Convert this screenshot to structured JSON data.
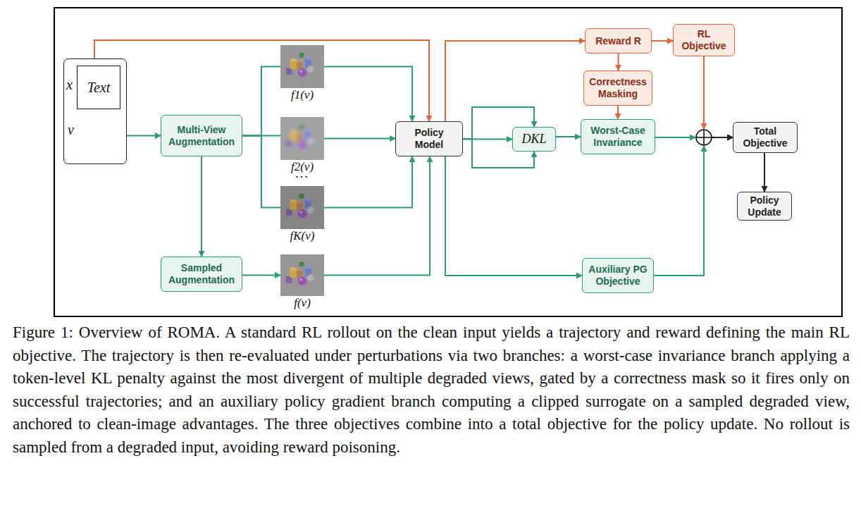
{
  "diagram": {
    "caption": "Figure 1: Overview of ROMA. A standard RL rollout on the clean input yields a trajectory and reward defining the main RL objective. The trajectory is then re-evaluated under perturbations via two branches: a worst-case invariance branch applying a token-level KL penalty against the most divergent of multiple degraded views, gated by a correctness mask so it fires only on successful trajectories; and an auxiliary policy gradient branch computing a clipped surrogate on a sampled degraded view, anchored to clean-image advantages. The three objectives combine into a total objective for the policy update. No rollout is sampled from a degraded input, avoiding reward poisoning.",
    "nodes": [
      {
        "text": [
          "x",
          "v"
        ]
      },
      {
        "text": [
          "Text"
        ],
        "in": 0
      },
      {
        "text": [
          "Multi-View Augmentation"
        ]
      },
      {
        "text": [
          "f1(v)"
        ]
      },
      {
        "text": [
          "f2(v)"
        ]
      },
      {
        "text": [
          "fK(v)"
        ]
      },
      {
        "text": [
          "Sampled Augmentation"
        ]
      },
      {
        "text": [
          "f(v)"
        ]
      },
      {
        "text": [
          "Policy Model"
        ]
      },
      {
        "text": [
          "Reward R"
        ]
      },
      {
        "text": [
          "RL Objective"
        ]
      },
      {
        "text": [
          "Correctness Masking"
        ]
      },
      {
        "text": [
          "DKL"
        ]
      },
      {
        "text": [
          "Worst-Case Invariance"
        ]
      },
      {
        "text": [
          "Total Objective"
        ]
      },
      {
        "text": [
          "Policy Update"
        ]
      },
      {
        "text": [
          "Auxiliary PG Objective"
        ]
      }
    ],
    "edges": [
      {
        "from": 0,
        "to": 8,
        "arrow": "to"
      },
      {
        "from": 0,
        "to": 2,
        "arrow": "to"
      },
      {
        "from": 2,
        "to": 3,
        "arrow": "none"
      },
      {
        "from": 2,
        "to": 4,
        "arrow": "none"
      },
      {
        "from": 2,
        "to": 5,
        "arrow": "none"
      },
      {
        "from": 2,
        "to": 6,
        "arrow": "to"
      },
      {
        "from": 6,
        "to": 7,
        "arrow": "to"
      },
      {
        "from": 3,
        "to": 8,
        "arrow": "to"
      },
      {
        "from": 4,
        "to": 8,
        "arrow": "to"
      },
      {
        "from": 5,
        "to": 8,
        "arrow": "to"
      },
      {
        "from": 7,
        "to": 8,
        "arrow": "to"
      },
      {
        "from": 8,
        "to": 9,
        "arrow": "to"
      },
      {
        "from": 9,
        "to": 10,
        "arrow": "to"
      },
      {
        "from": 9,
        "to": 11,
        "arrow": "to"
      },
      {
        "from": 11,
        "to": 13,
        "arrow": "to"
      },
      {
        "from": 8,
        "to": 12,
        "arrow": "to"
      },
      {
        "from": 8,
        "to": 12,
        "arrow": "to"
      },
      {
        "from": 8,
        "to": 12,
        "arrow": "to"
      },
      {
        "from": 12,
        "to": 13,
        "arrow": "to"
      },
      {
        "from": 13,
        "to": 14,
        "arrow": "to"
      },
      {
        "from": 10,
        "to": 14,
        "arrow": "to"
      },
      {
        "from": 16,
        "to": 14,
        "arrow": "to"
      },
      {
        "from": 8,
        "to": 16,
        "arrow": "to"
      },
      {
        "from": 14,
        "to": 15,
        "arrow": "to"
      }
    ],
    "labels": [
      "..."
    ]
  }
}
